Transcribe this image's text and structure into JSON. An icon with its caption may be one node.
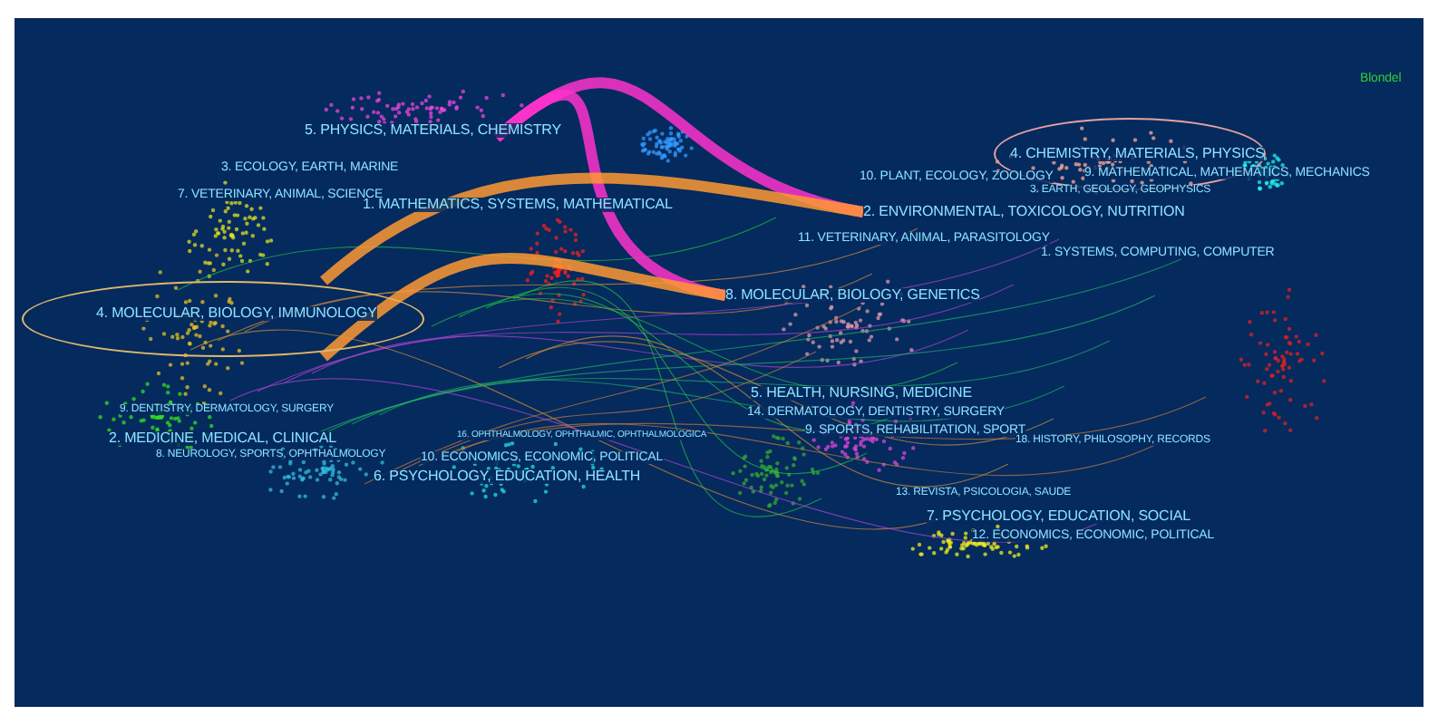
{
  "diagram": {
    "nodes": [
      {
        "text": [
          "4. MOLECULAR, BIOLOGY, IMMUNOLOGY"
        ]
      },
      {
        "text": [
          "5. PHYSICS, MATERIALS, CHEMISTRY"
        ]
      },
      {
        "text": [
          "3. ECOLOGY, EARTH, MARINE"
        ]
      },
      {
        "text": [
          "7. VETERINARY, ANIMAL, SCIENCE"
        ]
      },
      {
        "text": [
          "1. MATHEMATICS, SYSTEMS, MATHEMATICAL"
        ]
      },
      {
        "text": [
          "9. DENTISTRY, DERMATOLOGY, SURGERY"
        ]
      },
      {
        "text": [
          "2. MEDICINE, MEDICAL, CLINICAL"
        ]
      },
      {
        "text": [
          "8. NEUROLOGY, SPORTS, OPHTHALMOLOGY"
        ]
      },
      {
        "text": [
          "16. OPHTHALMOLOGY, OPHTHALMIC, OPHTHALMOLOGICA"
        ]
      },
      {
        "text": [
          "10. ECONOMICS, ECONOMIC, POLITICAL"
        ]
      },
      {
        "text": [
          "6. PSYCHOLOGY, EDUCATION, HEALTH"
        ]
      },
      {
        "text": [
          "4. CHEMISTRY, MATERIALS, PHYSICS"
        ]
      },
      {
        "text": [
          "9. MATHEMATICAL, MATHEMATICS, MECHANICS"
        ]
      },
      {
        "text": [
          "10. PLANT, ECOLOGY, ZOOLOGY"
        ]
      },
      {
        "text": [
          "3. EARTH, GEOLOGY, GEOPHYSICS"
        ]
      },
      {
        "text": [
          "2. ENVIRONMENTAL, TOXICOLOGY, NUTRITION"
        ]
      },
      {
        "text": [
          "11. VETERINARY, ANIMAL, PARASITOLOGY"
        ]
      },
      {
        "text": [
          "1. SYSTEMS, COMPUTING, COMPUTER"
        ]
      },
      {
        "text": [
          "8. MOLECULAR, BIOLOGY, GENETICS"
        ]
      },
      {
        "text": [
          "5. HEALTH, NURSING, MEDICINE"
        ]
      },
      {
        "text": [
          "14. DERMATOLOGY, DENTISTRY, SURGERY"
        ]
      },
      {
        "text": [
          "9. SPORTS, REHABILITATION, SPORT"
        ]
      },
      {
        "text": [
          "18. HISTORY, PHILOSOPHY, RECORDS"
        ]
      },
      {
        "text": [
          "13. REVISTA, PSICOLOGIA, SAUDE"
        ]
      },
      {
        "text": [
          "7. PSYCHOLOGY, EDUCATION, SOCIAL"
        ]
      },
      {
        "text": [
          "12. ECONOMICS, ECONOMIC, POLITICAL"
        ]
      }
    ],
    "edges": [
      {
        "from": 1,
        "to": 15,
        "arrow": "none",
        "color": "#ff33cc"
      },
      {
        "from": 1,
        "to": 18,
        "arrow": "none",
        "color": "#ff33cc"
      },
      {
        "from": 0,
        "to": 18,
        "arrow": "none",
        "color": "#ff9933"
      },
      {
        "from": 0,
        "to": 15,
        "arrow": "none",
        "color": "#ff9933"
      }
    ],
    "labels": [
      "Blondel"
    ]
  }
}
